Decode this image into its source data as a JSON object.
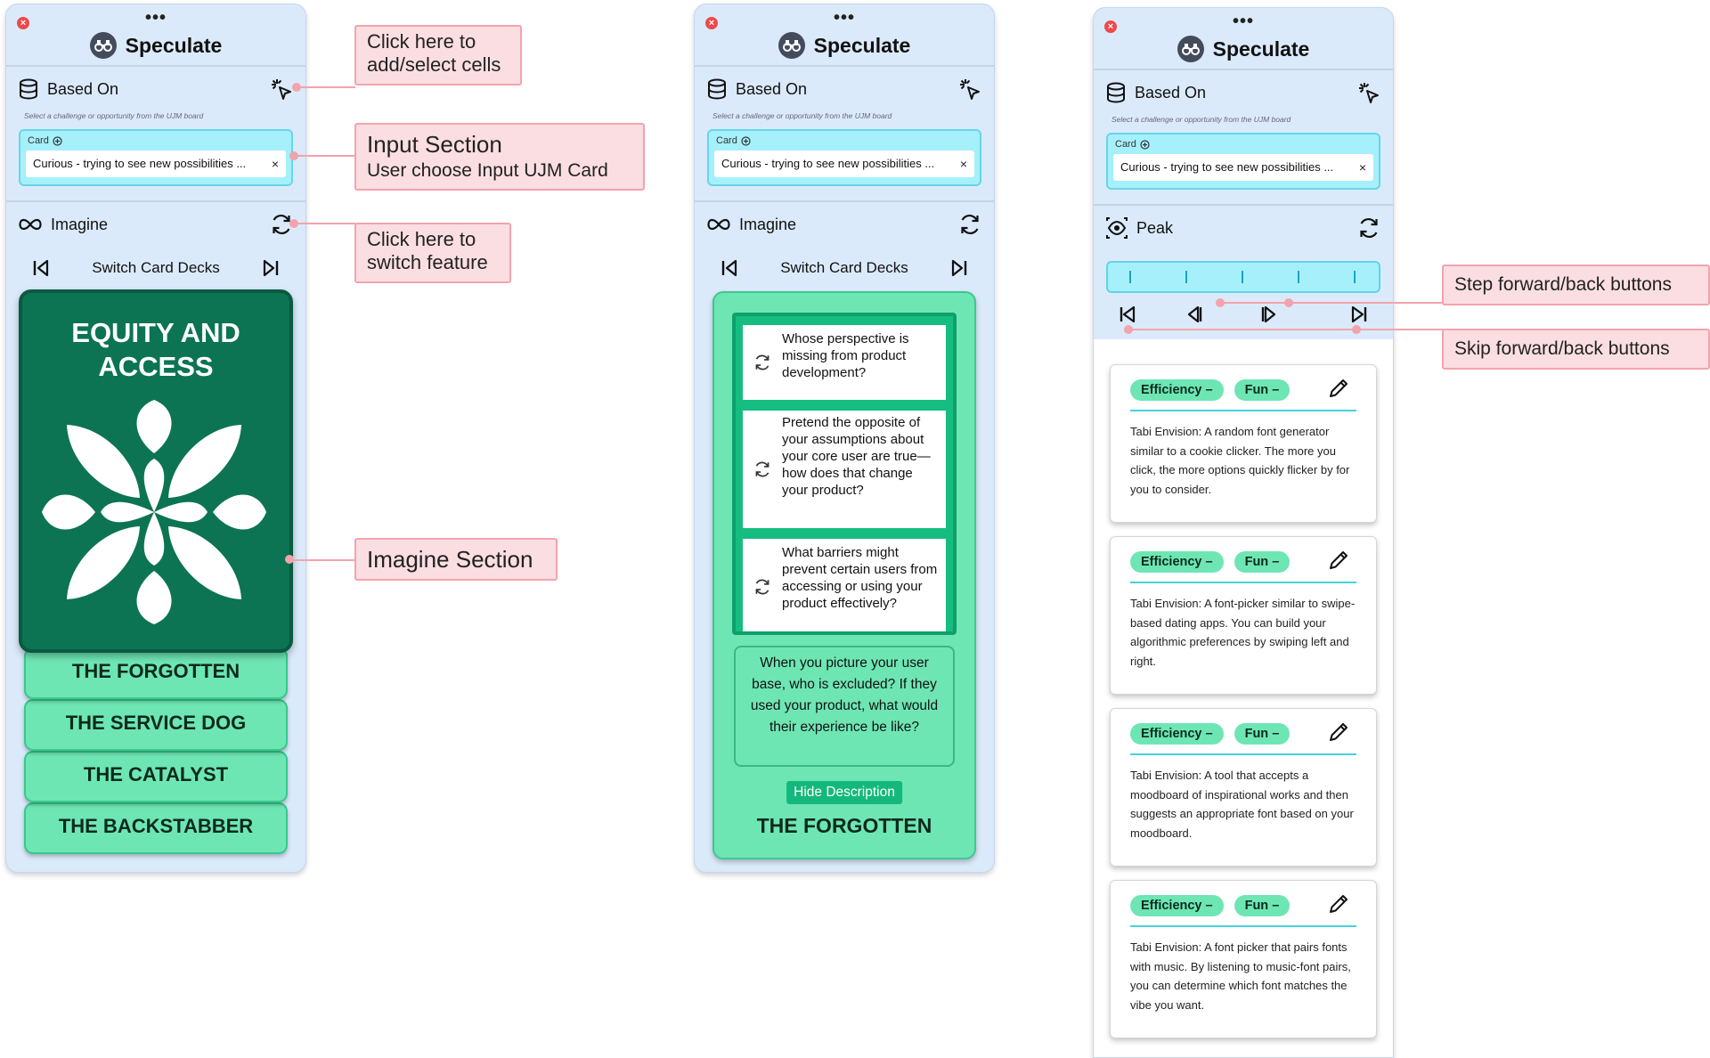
{
  "app": {
    "title": "Speculate"
  },
  "based_on": {
    "label": "Based On",
    "hint": "Select a challenge or opportunity from the UJM board",
    "card_label": "Card",
    "card_value": "Curious - trying to see new possibilities ...",
    "clear": "×"
  },
  "imagine": {
    "label": "Imagine",
    "deck_label": "Switch Card Decks"
  },
  "peak": {
    "label": "Peak"
  },
  "panel1": {
    "featured_card": "EQUITY AND ACCESS",
    "stack": [
      "THE FORGOTTEN",
      "THE SERVICE DOG",
      "THE CATALYST",
      "THE BACKSTABBER"
    ]
  },
  "panel2": {
    "questions": [
      "Whose perspective is missing from product development?",
      "Pretend the opposite of your assumptions about your core user are true—how does that change your product?",
      "What barriers might prevent certain users from accessing or using your product effectively?"
    ],
    "description": "When you picture your user base, who is excluded? If they used your product, what would their experience be like?",
    "hide_button": "Hide Description",
    "card_name": "THE FORGOTTEN"
  },
  "panel3": {
    "ideas": [
      {
        "tags": [
          "Efficiency –",
          "Fun –"
        ],
        "text": "Tabi Envision: A random font generator similar to a cookie clicker. The more you click, the more options quickly flicker by for you to consider."
      },
      {
        "tags": [
          "Efficiency –",
          "Fun –"
        ],
        "text": "Tabi Envision: A font-picker similar to swipe-based dating apps. You can build your algorithmic preferences by swiping left and right."
      },
      {
        "tags": [
          "Efficiency –",
          "Fun –"
        ],
        "text": "Tabi Envision: A tool that accepts a moodboard of inspirational works and then suggests an appropriate font based on your moodboard."
      },
      {
        "tags": [
          "Efficiency –",
          "Fun –"
        ],
        "text": "Tabi Envision: A font picker that pairs fonts with music. By listening to music-font pairs, you can determine which font matches the vibe you want."
      }
    ]
  },
  "callouts": {
    "add_select": "Click here to add/select cells",
    "input_title": "Input Section",
    "input_sub": "User choose Input UJM Card",
    "switch": "Click here to switch feature",
    "imagine_section": "Imagine Section",
    "step": "Step forward/back buttons",
    "skip": "Skip forward/back buttons"
  },
  "colors": {
    "panel_bg": "#dbeafa",
    "cyan_box": "#a6f0fb",
    "deck_green": "#0c7452",
    "mint": "#6ee6b4",
    "callout_bg": "#fbdee2",
    "callout_line": "#f3a3ad"
  },
  "icons": [
    "close-icon",
    "binoculars-icon",
    "database-icon",
    "magic-cursor-icon",
    "infinity-icon",
    "refresh-icon",
    "prev-deck-icon",
    "next-deck-icon",
    "eye-icon",
    "skip-back-icon",
    "step-back-icon",
    "step-forward-icon",
    "skip-forward-icon",
    "pencil-icon",
    "add-circle-icon"
  ]
}
